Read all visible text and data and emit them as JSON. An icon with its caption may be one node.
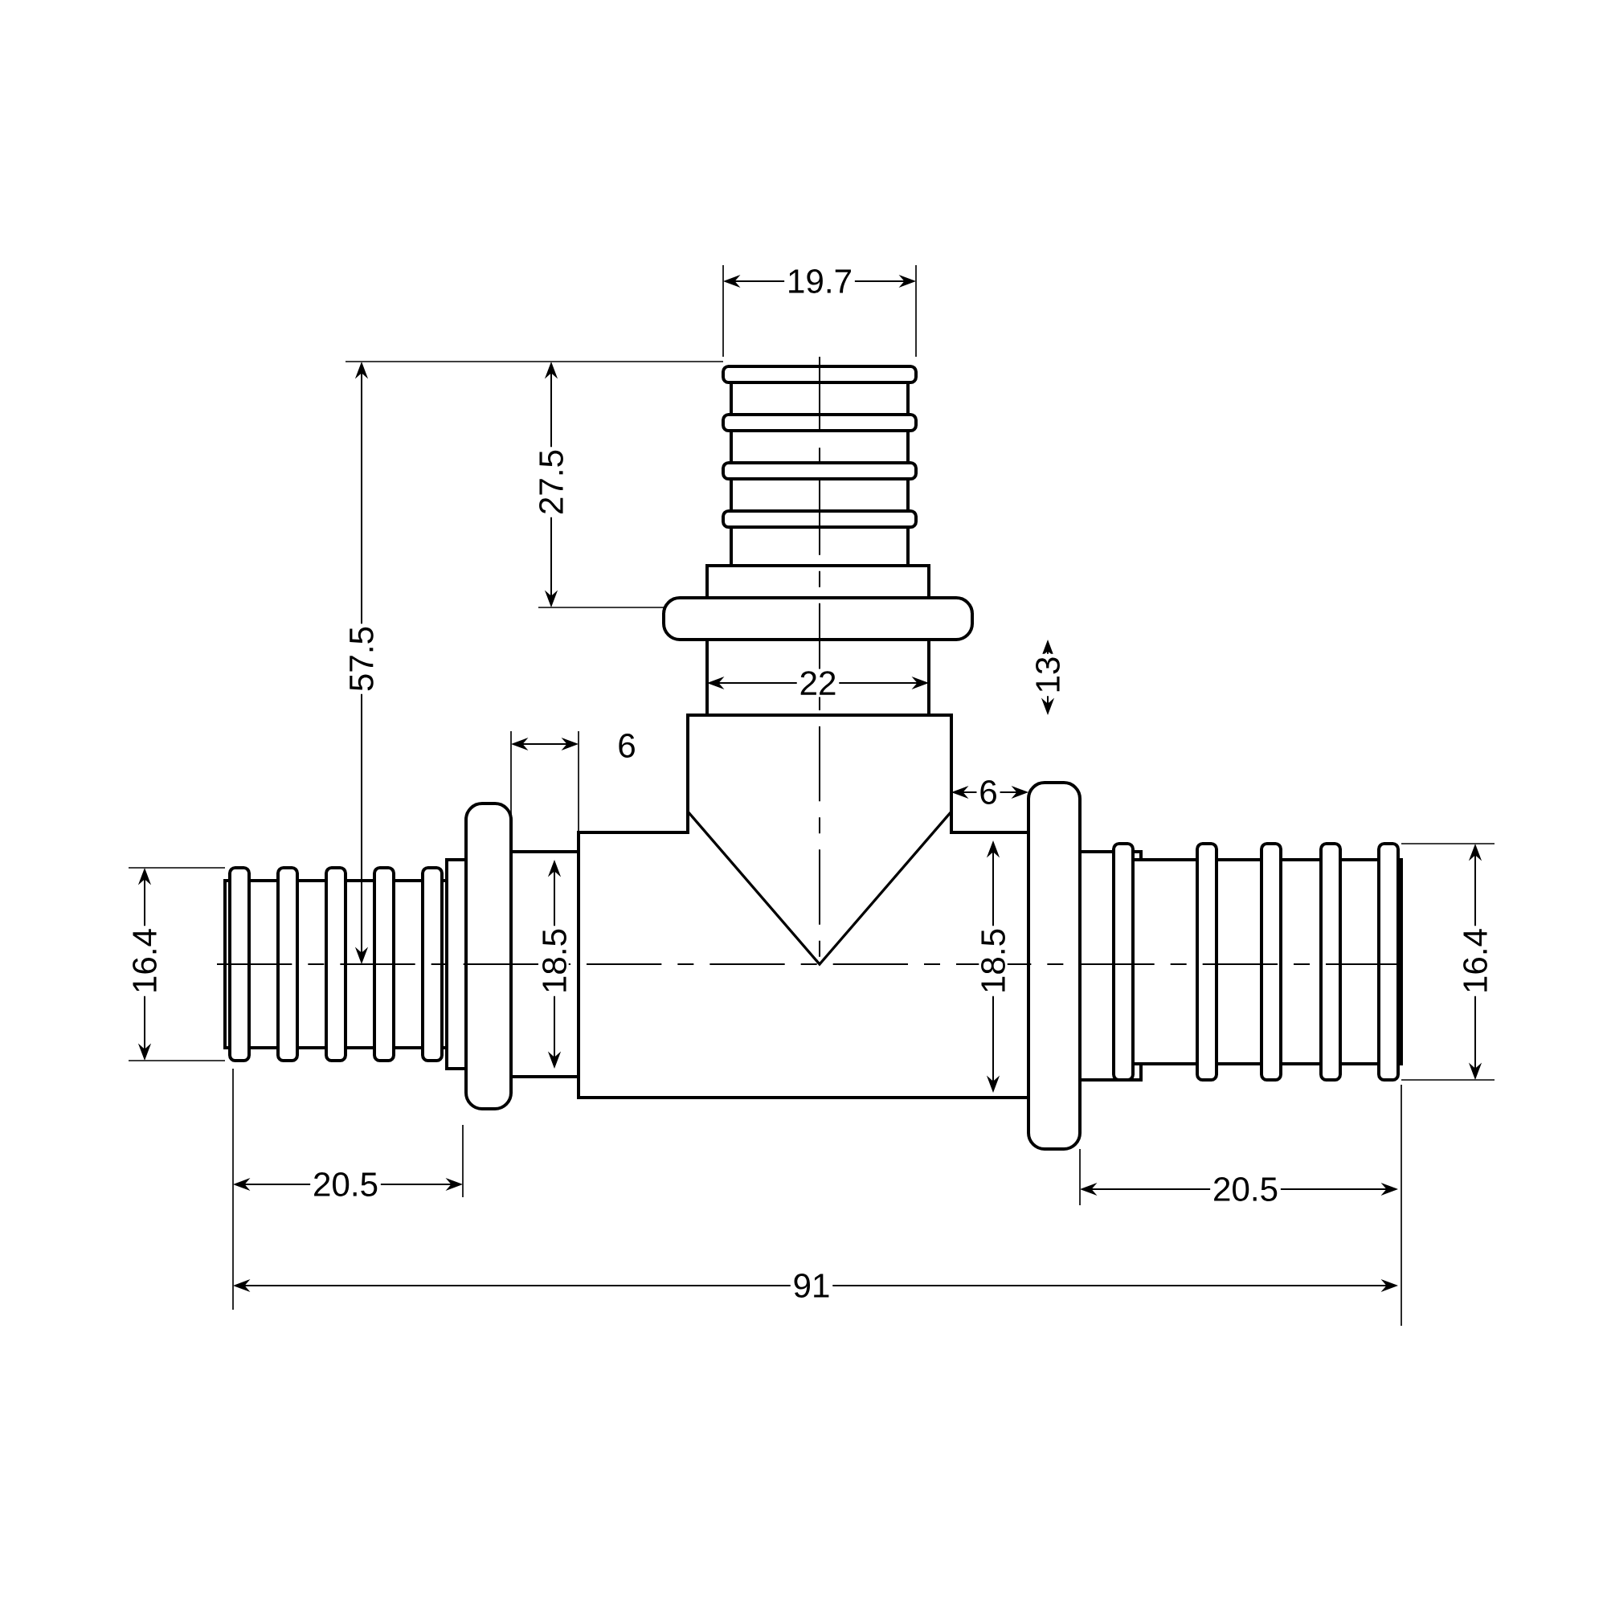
{
  "diagram": {
    "labels": [
      "19.7",
      "27.5",
      "57.5",
      "13",
      "22",
      "6",
      "6",
      "16.4",
      "18.5",
      "18.5",
      "16.4",
      "20.5",
      "20.5",
      "91"
    ]
  }
}
